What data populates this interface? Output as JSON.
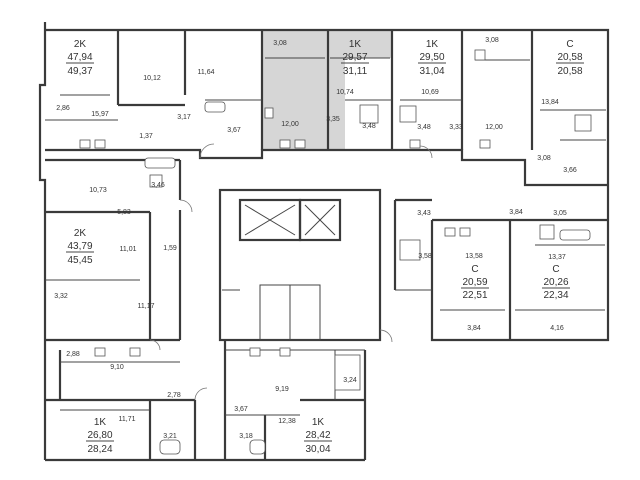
{
  "colors": {
    "wall": "#3a3a3a",
    "highlight": "#d6d6d6",
    "background": "#ffffff"
  },
  "apartments": [
    {
      "id": "apt-2k-top",
      "type": "2K",
      "living": "47,94",
      "total": "49,37"
    },
    {
      "id": "apt-1k-highlight",
      "type": "1K",
      "living": "29,57",
      "total": "31,11",
      "highlighted": true
    },
    {
      "id": "apt-1k-top",
      "type": "1K",
      "living": "29,50",
      "total": "31,04"
    },
    {
      "id": "apt-studio-top",
      "type": "C",
      "living": "20,58",
      "total": "20,58"
    },
    {
      "id": "apt-2k-left",
      "type": "2K",
      "living": "43,79",
      "total": "45,45"
    },
    {
      "id": "apt-studio-mid",
      "type": "C",
      "living": "20,59",
      "total": "22,51"
    },
    {
      "id": "apt-studio-right",
      "type": "C",
      "living": "20,26",
      "total": "22,34"
    },
    {
      "id": "apt-1k-bottom-left",
      "type": "1K",
      "living": "26,80",
      "total": "28,24"
    },
    {
      "id": "apt-1k-bottom",
      "type": "1K",
      "living": "28,42",
      "total": "30,04"
    }
  ],
  "room_areas": [
    "3,08",
    "10,12",
    "11,64",
    "2,86",
    "15,97",
    "1,37",
    "3,17",
    "3,67",
    "12,00",
    "10,74",
    "3,35",
    "3,48",
    "10,69",
    "3,08",
    "3,48",
    "3,33",
    "12,00",
    "13,84",
    "3,08",
    "3,66",
    "10,73",
    "3,46",
    "5,83",
    "11,01",
    "1,59",
    "3,32",
    "11,17",
    "3,43",
    "3,84",
    "3,05",
    "3,58",
    "13,58",
    "13,37",
    "3,84",
    "4,16",
    "2,88",
    "9,10",
    "2,78",
    "3,24",
    "9,19",
    "11,71",
    "3,67",
    "12,38",
    "3,21",
    "3,18"
  ]
}
